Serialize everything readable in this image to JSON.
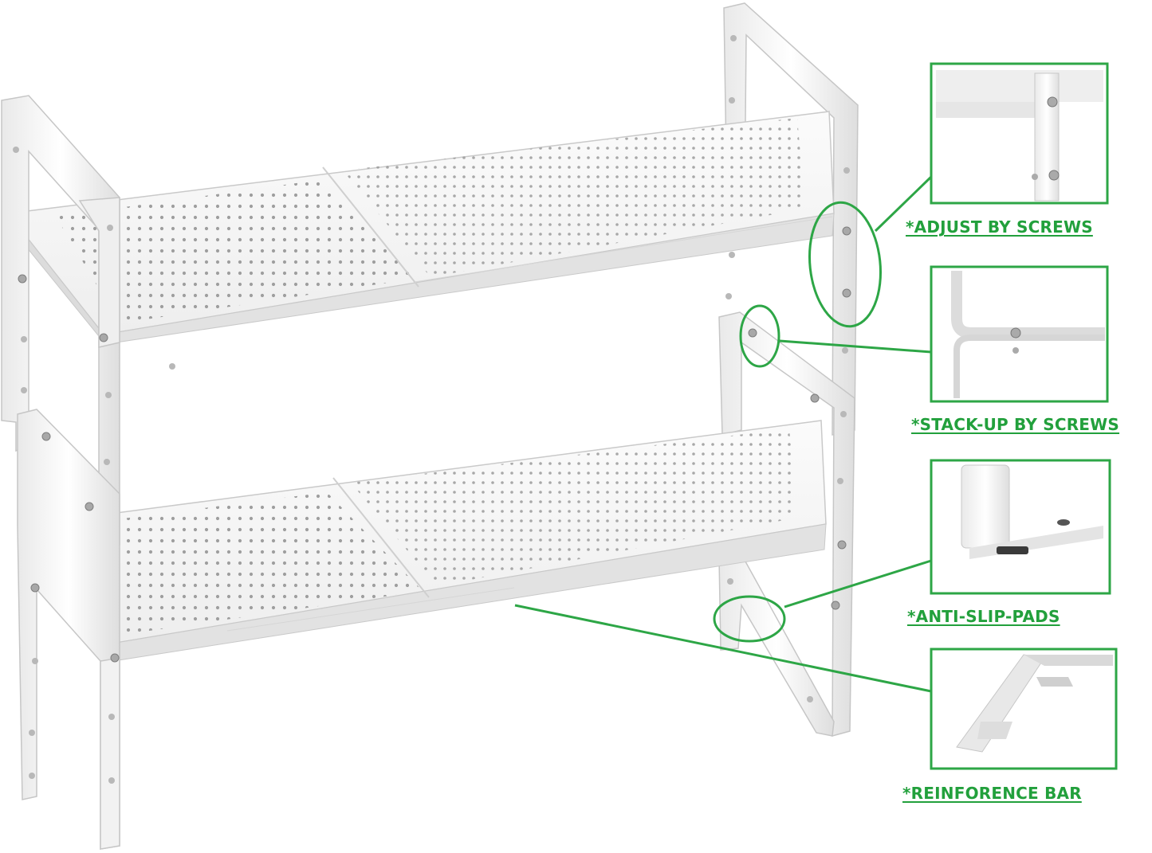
{
  "callouts": {
    "adjust": "*ADJUST BY SCREWS",
    "stack": "*STACK-UP BY SCREWS",
    "antislip": "*ANTI-SLIP-PADS",
    "reinforce": "*REINFORENCE BAR"
  },
  "colors": {
    "accent_green": "#22a03c",
    "frame_white": "#f6f6f6",
    "frame_edge": "#c9c9c9",
    "hole": "#9a9a9a"
  }
}
